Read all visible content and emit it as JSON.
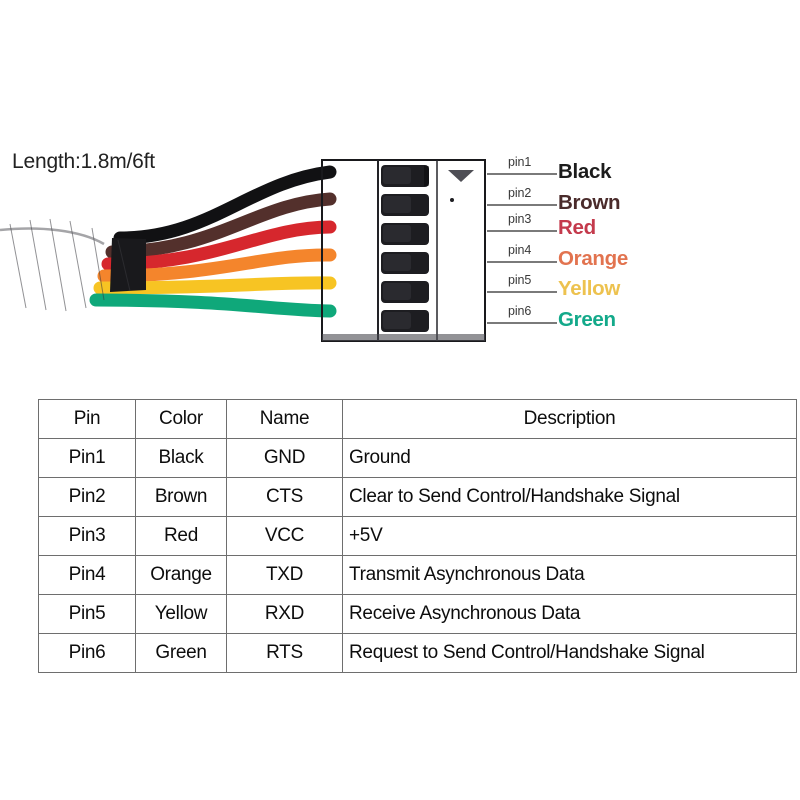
{
  "photo": {
    "caption": "Length:1.8m/6ft",
    "connector": {
      "type": "6-pin female dupont header",
      "pin_count": 6,
      "housing_color": "#3a3a3d",
      "contact_color": "#ded2bd"
    },
    "wires": [
      {
        "name": "black-wire",
        "color": "#1a1a1a"
      },
      {
        "name": "brown-wire",
        "color": "#57302c"
      },
      {
        "name": "red-wire",
        "color": "#d4262c"
      },
      {
        "name": "orange-wire",
        "color": "#f4852c"
      },
      {
        "name": "yellow-wire",
        "color": "#f7c423"
      },
      {
        "name": "green-wire",
        "color": "#0fa87a"
      }
    ],
    "sleeve_color": "#18181a"
  },
  "pin_labels": [
    {
      "pin": "pin1",
      "color_label": "Black",
      "text_color": "#1c1c1c"
    },
    {
      "pin": "pin2",
      "color_label": "Brown",
      "text_color": "#4a2b2b"
    },
    {
      "pin": "pin3",
      "color_label": "Red",
      "text_color": "#c43a4c"
    },
    {
      "pin": "pin4",
      "color_label": "Orange",
      "text_color": "#e2734f"
    },
    {
      "pin": "pin5",
      "color_label": "Yellow",
      "text_color": "#edc24f"
    },
    {
      "pin": "pin6",
      "color_label": "Green",
      "text_color": "#13a98a"
    }
  ],
  "table": {
    "headers": [
      "Pin",
      "Color",
      "Name",
      "Description"
    ],
    "rows": [
      {
        "pin": "Pin1",
        "color": "Black",
        "name": "GND",
        "description": "Ground"
      },
      {
        "pin": "Pin2",
        "color": "Brown",
        "name": "CTS",
        "description": "Clear to Send Control/Handshake Signal"
      },
      {
        "pin": "Pin3",
        "color": "Red",
        "name": "VCC",
        "description": "+5V"
      },
      {
        "pin": "Pin4",
        "color": "Orange",
        "name": "TXD",
        "description": "Transmit  Asynchronous Data"
      },
      {
        "pin": "Pin5",
        "color": "Yellow",
        "name": "RXD",
        "description": "Receive Asynchronous Data"
      },
      {
        "pin": "Pin6",
        "color": "Green",
        "name": "RTS",
        "description": "Request to Send Control/Handshake Signal"
      }
    ]
  }
}
